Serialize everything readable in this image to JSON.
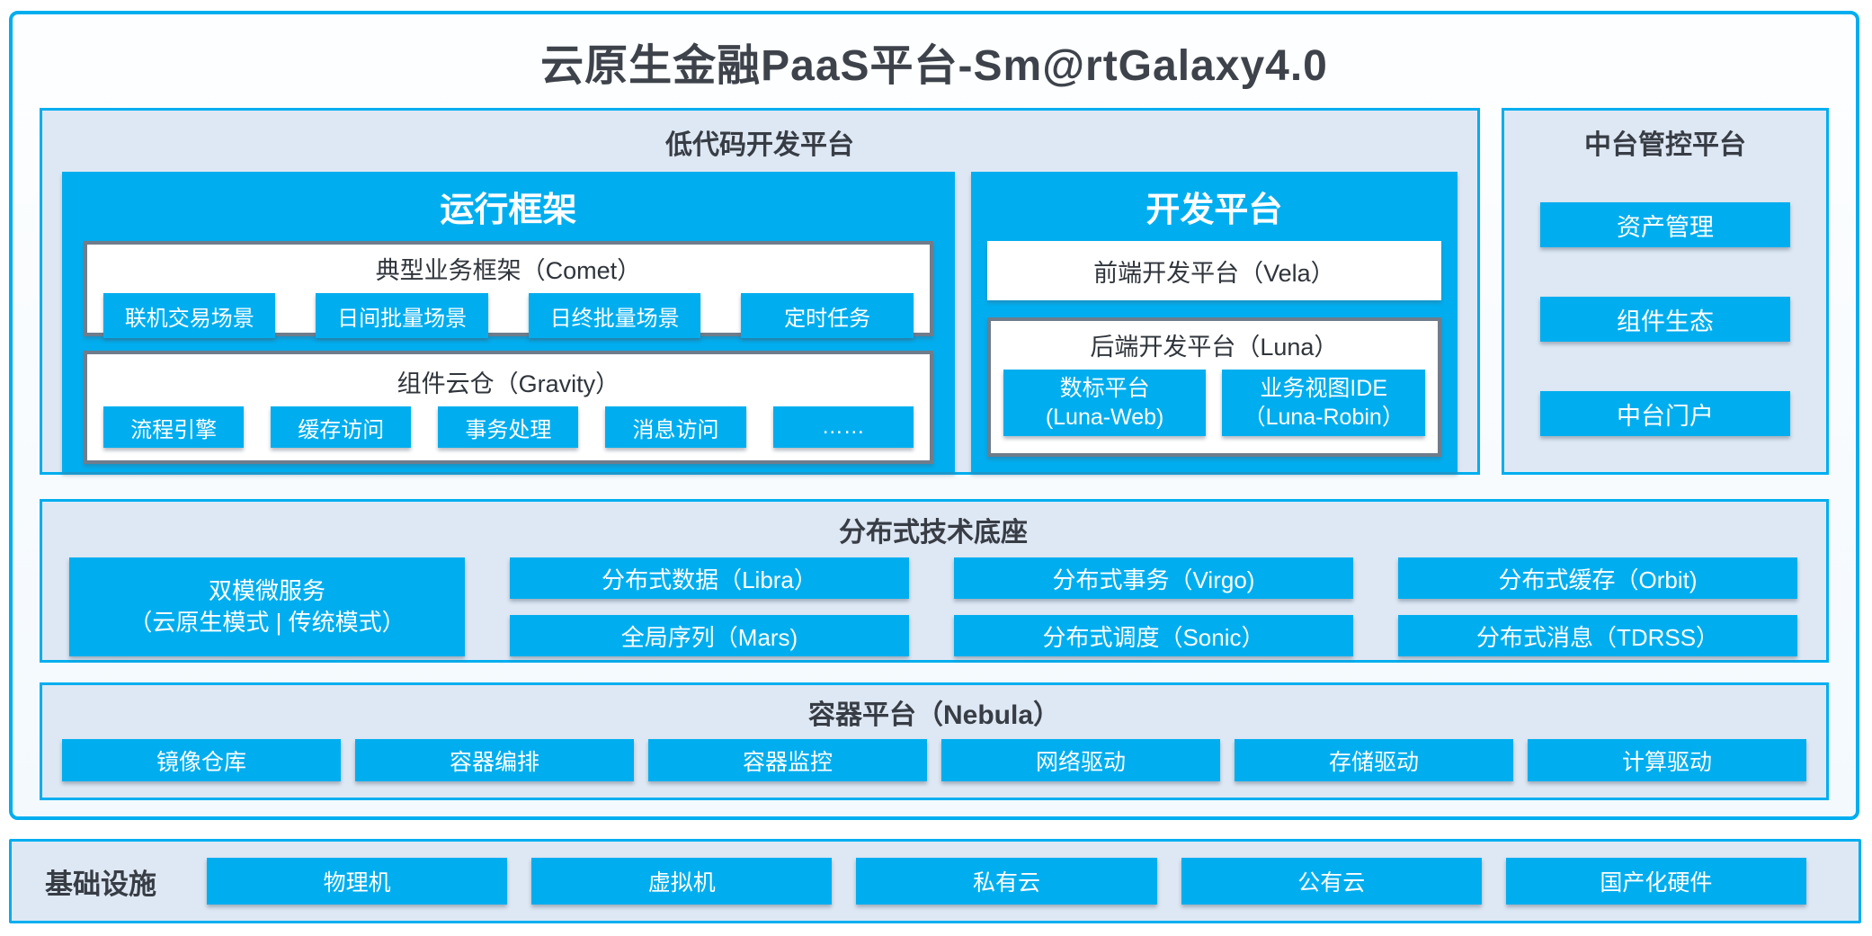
{
  "title": "云原生金融PaaS平台-Sm@rtGalaxy4.0",
  "colors": {
    "accent": "#00AEEF",
    "container_fill": "#DEE8F4",
    "container_border": "#00AEEF",
    "box_border": "#6F7C8B",
    "text_dark": "#3A3F46"
  },
  "low_code": {
    "title": "低代码开发平台",
    "runtime": {
      "title": "运行框架",
      "comet": {
        "title": "典型业务框架（Comet）",
        "items": [
          "联机交易场景",
          "日间批量场景",
          "日终批量场景",
          "定时任务"
        ]
      },
      "gravity": {
        "title": "组件云仓（Gravity）",
        "items": [
          "流程引擎",
          "缓存访问",
          "事务处理",
          "消息访问",
          "……"
        ]
      }
    },
    "dev": {
      "title": "开发平台",
      "vela": {
        "title": "前端开发平台（Vela）"
      },
      "luna": {
        "title": "后端开发平台（Luna）",
        "items": [
          {
            "line1": "数标平台",
            "line2": "(Luna-Web)"
          },
          {
            "line1": "业务视图IDE",
            "line2": "（Luna-Robin）"
          }
        ]
      }
    }
  },
  "midstage": {
    "title": "中台管控平台",
    "items": [
      "资产管理",
      "组件生态",
      "中台门户"
    ]
  },
  "distributed": {
    "title": "分布式技术底座",
    "dual_mode": {
      "line1": "双模微服务",
      "line2": "（云原生模式 | 传统模式）"
    },
    "row1": [
      "分布式数据（Libra）",
      "分布式事务（Virgo)",
      "分布式缓存（Orbit)"
    ],
    "row2": [
      "全局序列（Mars)",
      "分布式调度（Sonic）",
      "分布式消息（TDRSS）"
    ]
  },
  "nebula": {
    "title": "容器平台（Nebula）",
    "items": [
      "镜像仓库",
      "容器编排",
      "容器监控",
      "网络驱动",
      "存储驱动",
      "计算驱动"
    ]
  },
  "infrastructure": {
    "title": "基础设施",
    "items": [
      "物理机",
      "虚拟机",
      "私有云",
      "公有云",
      "国产化硬件"
    ]
  }
}
